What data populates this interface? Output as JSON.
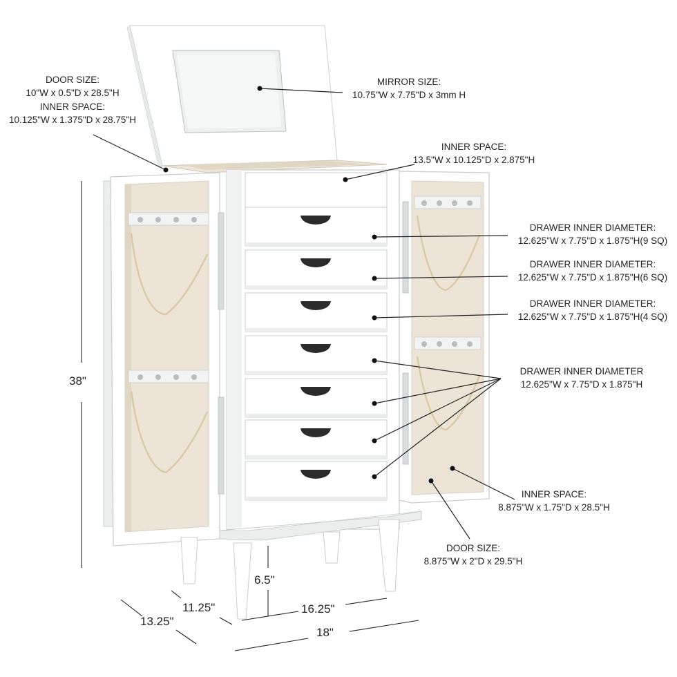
{
  "callouts": {
    "door_size_left": {
      "title": "DOOR SIZE:",
      "value": "10\"W x 0.5\"D x 28.5\"H"
    },
    "inner_space_left": {
      "title": "INNER SPACE:",
      "value": "10.125\"W x 1.375\"D x 28.75\"H"
    },
    "mirror_size": {
      "title": "MIRROR SIZE:",
      "value": "10.75\"W x 7.75\"D x 3mm H"
    },
    "inner_space_top": {
      "title": "INNER SPACE:",
      "value": "13.5\"W x 10.125\"D x 2.875\"H"
    },
    "drawer_9sq": {
      "title": "DRAWER INNER DIAMETER:",
      "value": "12.625\"W x 7.75\"D x 1.875\"H(9 SQ)"
    },
    "drawer_6sq": {
      "title": "DRAWER INNER DIAMETER:",
      "value": "12.625\"W x 7.75\"D x 1.875\"H(6 SQ)"
    },
    "drawer_4sq": {
      "title": "DRAWER INNER DIAMETER:",
      "value": "12.625\"W x 7.75\"D x 1.875\"H(4 SQ)"
    },
    "drawer_plain": {
      "title": "DRAWER INNER DIAMETER",
      "value": "12.625\"W x 7.75\"D x 1.875\"H"
    },
    "inner_space_right": {
      "title": "INNER SPACE:",
      "value": "8.875\"W x 1.75\"D x 28.5\"H"
    },
    "door_size_right": {
      "title": "DOOR SIZE:",
      "value": "8.875\"W x 2\"D x 29.5\"H"
    }
  },
  "dimensions": {
    "height": "38\"",
    "leg_height": "6.5\"",
    "base_depth": "11.25\"",
    "overall_depth": "13.25\"",
    "base_width": "16.25\"",
    "overall_width": "18\""
  },
  "colors": {
    "cabinet": "#ffffff",
    "cabinet_shade": "#eceeee",
    "edge": "#c9cccc",
    "lining": "#ece4d6",
    "lining_dark": "#e0d6c4",
    "cord": "#d9c9a3",
    "hook": "#b9bdbd",
    "pull": "#2b2b2b",
    "line": "#222222"
  }
}
